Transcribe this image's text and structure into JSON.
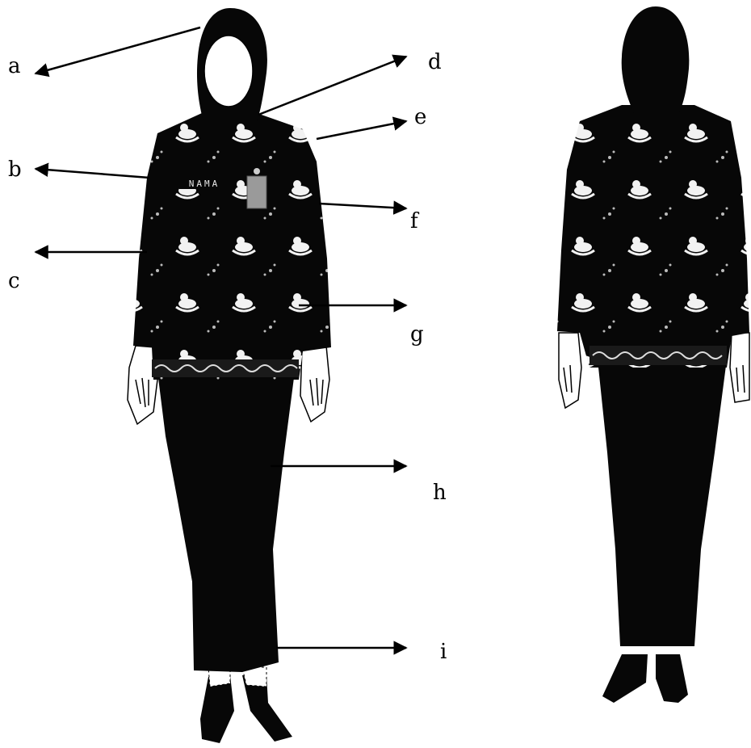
{
  "diagram": {
    "labels": [
      "a",
      "b",
      "c",
      "d",
      "e",
      "f",
      "g",
      "h",
      "i"
    ],
    "name_tag": "NAMA",
    "colors": {
      "garment": "#070707",
      "motif": "#f2f2f2",
      "skin": "#ffffff",
      "outline": "#000000"
    }
  }
}
